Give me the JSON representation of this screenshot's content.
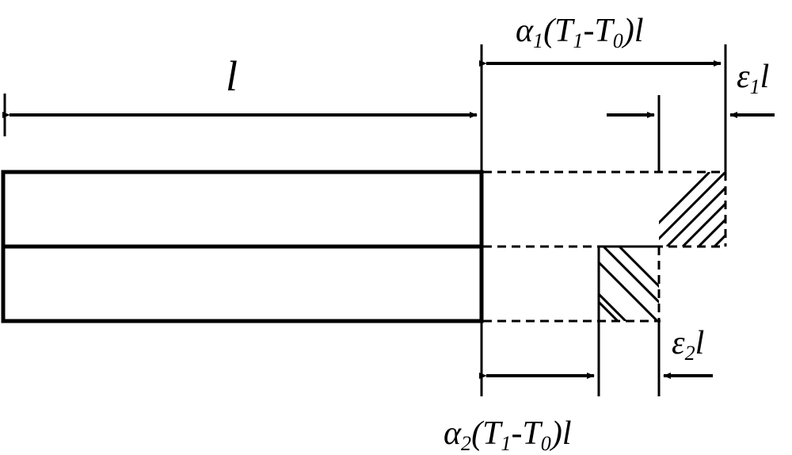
{
  "diagram": {
    "labels": {
      "length": "l",
      "alpha1_expansion": {
        "alpha": "α",
        "alpha_sub": "1",
        "open": "(",
        "t1": "T",
        "t1_sub": "1",
        "dash": "-",
        "t0": "T",
        "t0_sub": "0",
        "close": ")",
        "l": "l"
      },
      "epsilon1": {
        "eps": "ε",
        "eps_sub": "1",
        "l": "l"
      },
      "epsilon2": {
        "eps": "ε",
        "eps_sub": "2",
        "l": "l"
      },
      "alpha2_expansion": {
        "alpha": "α",
        "alpha_sub": "2",
        "open": "(",
        "t1": "T",
        "t1_sub": "1",
        "dash": "-",
        "t0": "T",
        "t0_sub": "0",
        "close": ")",
        "l": "l"
      }
    },
    "colors": {
      "stroke": "#000000",
      "background": "#ffffff"
    }
  }
}
